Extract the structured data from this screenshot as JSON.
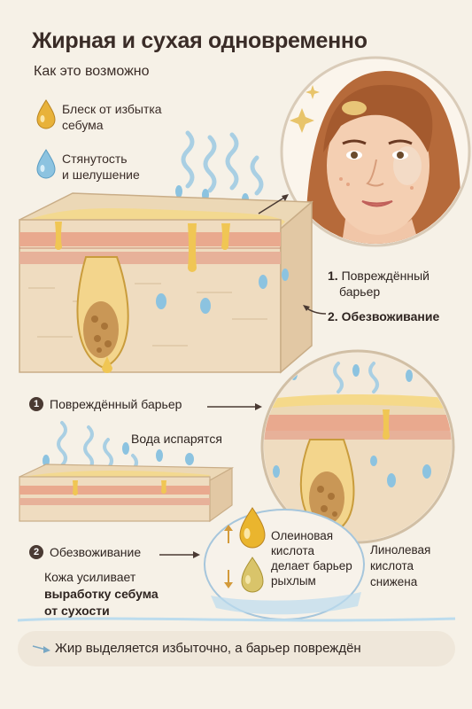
{
  "header": {
    "title": "Жирная и сухая одновременно",
    "subtitle": "Как это возможно"
  },
  "legend": {
    "sebum_line1": "Блеск от избытка",
    "sebum_line2": "себума",
    "dry_line1": "Стянутость",
    "dry_line2": "и шелушение"
  },
  "callouts": {
    "barrier_num": "1.",
    "barrier_line1": "Повреждённый",
    "barrier_line2": "барьер",
    "dehydration_num": "2.",
    "dehydration": "Обезвоживание"
  },
  "steps": {
    "step1_num": "1",
    "step1_label": "Повреждённый барьер",
    "evaporation": "Вода испарятся",
    "step2_num": "2",
    "step2_label": "Обезвоживание",
    "compensation_line1": "Кожа усиливает",
    "compensation_line2": "выработку себума",
    "compensation_line3": "от сухости"
  },
  "acids": {
    "oleic_line1": "Олеиновая",
    "oleic_line2": "кислота",
    "oleic_line3": "делает барьер",
    "oleic_line4": "рыхлым",
    "linoleic_line1": "Линолевая",
    "linoleic_line2": "кислота",
    "linoleic_line3": "снижена"
  },
  "footer": {
    "text": "Жир выделяется избыточно, а барьер повреждён"
  },
  "icons": {
    "sebum_drop": "sebum-drop-icon",
    "water_drop": "water-drop-icon",
    "arrow_up": "arrow-up-icon",
    "arrow_down": "arrow-down-icon",
    "footer_arrow": "arrow-right-icon"
  },
  "colors": {
    "sebum": "#e8b23a",
    "water": "#8cc3e0",
    "skin_layer": "#e9a98e",
    "tissue": "#efdcc0",
    "text": "#3a2c27"
  }
}
